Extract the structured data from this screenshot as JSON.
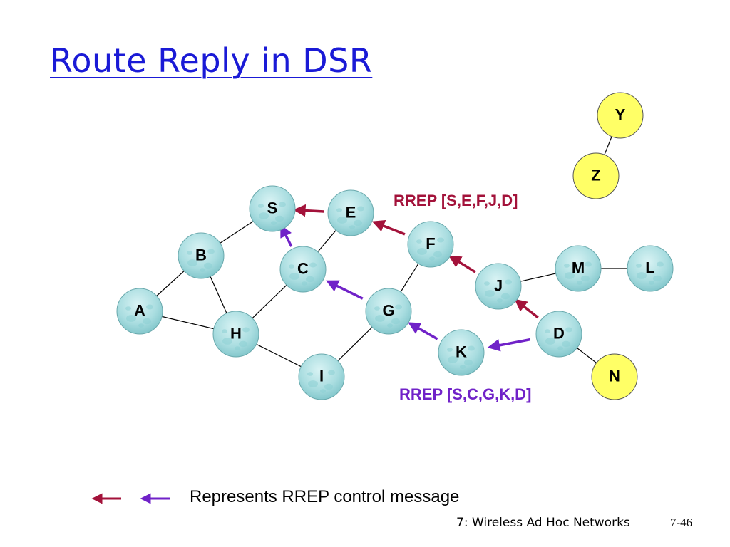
{
  "title": "Route Reply in DSR",
  "colors": {
    "title": "#1a1ad6",
    "red_path": "#a3123a",
    "purple_path": "#7022c8",
    "node_fill": "#a9dde0",
    "highlight_fill": "#ffff66"
  },
  "nodes": [
    {
      "id": "S",
      "label": "S",
      "style": "bubble"
    },
    {
      "id": "E",
      "label": "E",
      "style": "bubble"
    },
    {
      "id": "B",
      "label": "B",
      "style": "bubble"
    },
    {
      "id": "C",
      "label": "C",
      "style": "bubble"
    },
    {
      "id": "F",
      "label": "F",
      "style": "bubble"
    },
    {
      "id": "A",
      "label": "A",
      "style": "bubble"
    },
    {
      "id": "H",
      "label": "H",
      "style": "bubble"
    },
    {
      "id": "G",
      "label": "G",
      "style": "bubble"
    },
    {
      "id": "I",
      "label": "I",
      "style": "bubble"
    },
    {
      "id": "J",
      "label": "J",
      "style": "bubble"
    },
    {
      "id": "K",
      "label": "K",
      "style": "bubble"
    },
    {
      "id": "M",
      "label": "M",
      "style": "bubble"
    },
    {
      "id": "L",
      "label": "L",
      "style": "bubble"
    },
    {
      "id": "D",
      "label": "D",
      "style": "bubble"
    },
    {
      "id": "Y",
      "label": "Y",
      "style": "yellow"
    },
    {
      "id": "Z",
      "label": "Z",
      "style": "yellow"
    },
    {
      "id": "N",
      "label": "N",
      "style": "yellow"
    }
  ],
  "edges": [
    [
      "S",
      "B"
    ],
    [
      "E",
      "C"
    ],
    [
      "B",
      "A"
    ],
    [
      "B",
      "H"
    ],
    [
      "A",
      "H"
    ],
    [
      "C",
      "H"
    ],
    [
      "H",
      "I"
    ],
    [
      "I",
      "G"
    ],
    [
      "G",
      "F"
    ],
    [
      "J",
      "M"
    ],
    [
      "M",
      "L"
    ],
    [
      "D",
      "N"
    ],
    [
      "Y",
      "Z"
    ]
  ],
  "reply_paths": [
    {
      "label": "RREP [S,E,F,J,D]",
      "color": "red",
      "hops": [
        [
          "E",
          "S"
        ],
        [
          "F",
          "E"
        ],
        [
          "J",
          "F"
        ],
        [
          "D",
          "J"
        ]
      ]
    },
    {
      "label": "RREP [S,C,G,K,D]",
      "color": "purple",
      "hops": [
        [
          "C",
          "S"
        ],
        [
          "G",
          "C"
        ],
        [
          "K",
          "G"
        ],
        [
          "D",
          "K"
        ]
      ]
    }
  ],
  "legend": {
    "text": "Represents RREP control message"
  },
  "footer": {
    "course": "7: Wireless Ad Hoc Networks",
    "page": "7-46"
  }
}
